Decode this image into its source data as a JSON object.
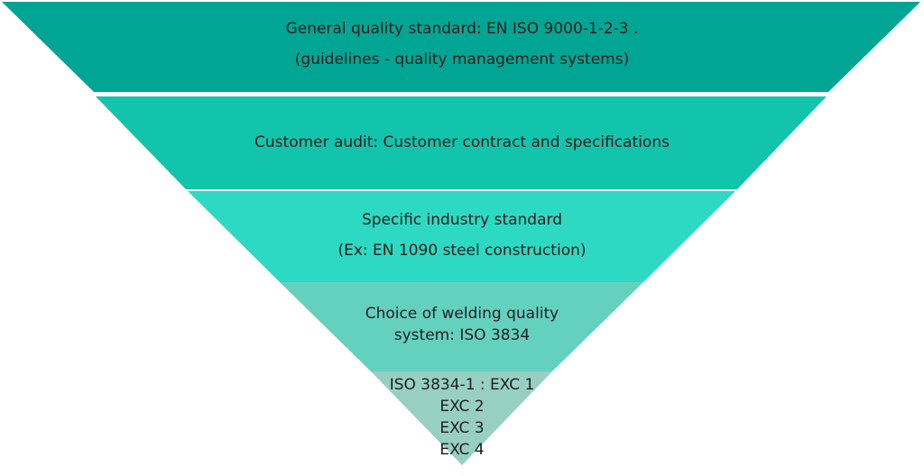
{
  "tiers": [
    {
      "id": "general-quality-standard",
      "lines": [
        "General quality standard: EN ISO 9000-1-2-3 .",
        "(guidelines - quality management systems)"
      ],
      "color": "#00a693"
    },
    {
      "id": "customer-audit",
      "lines": [
        "Customer audit: Customer contract and specifications"
      ],
      "color": "#13c4ad"
    },
    {
      "id": "specific-industry-standard",
      "lines": [
        "Specific industry standard",
        "(Ex: EN 1090 steel construction)"
      ],
      "color": "#2dd9c2"
    },
    {
      "id": "welding-quality-system",
      "lines": [
        "Choice of welding quality",
        "system: ISO 3834"
      ],
      "color": "#64d1bf"
    },
    {
      "id": "execution-classes",
      "lines": [
        "ISO 3834-1 : EXC 1",
        "EXC 2",
        "EXC 3",
        "EXC 4"
      ],
      "color": "#97cfc3"
    }
  ]
}
